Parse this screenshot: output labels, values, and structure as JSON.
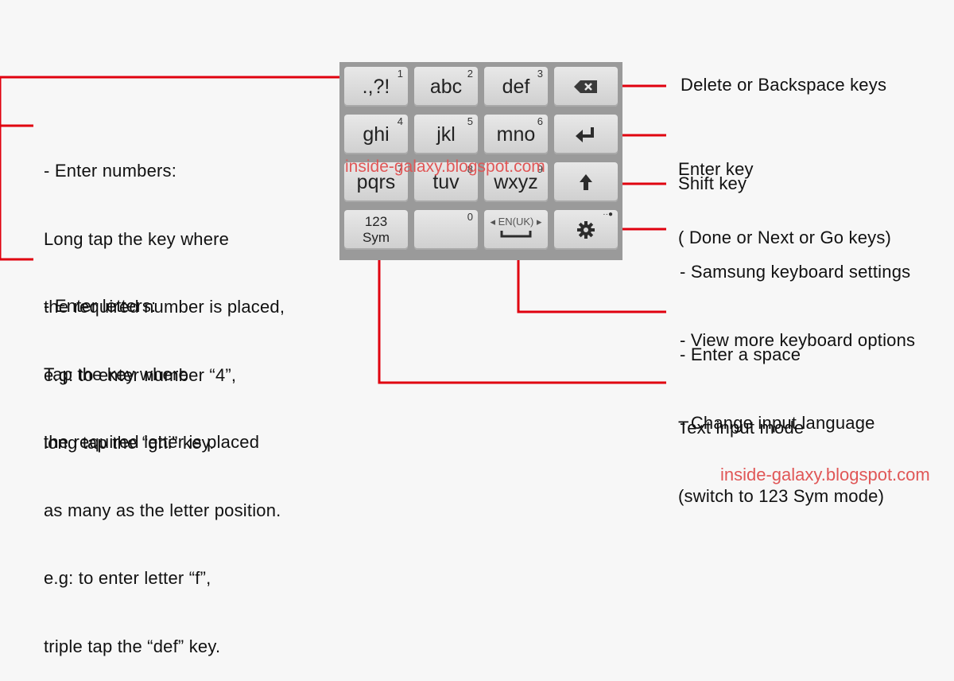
{
  "keyboard": {
    "keys": [
      {
        "label": ".,?!",
        "num": "1"
      },
      {
        "label": "abc",
        "num": "2"
      },
      {
        "label": "def",
        "num": "3"
      },
      {
        "label": "ghi",
        "num": "4"
      },
      {
        "label": "jkl",
        "num": "5"
      },
      {
        "label": "mno",
        "num": "6"
      },
      {
        "label": "pqrs",
        "num": "7"
      },
      {
        "label": "tuv",
        "num": "8"
      },
      {
        "label": "wxyz",
        "num": "9"
      }
    ],
    "sym_key": {
      "line1": "123",
      "line2": "Sym"
    },
    "zero_key": {
      "num": "0"
    },
    "space_key": {
      "label": "EN(UK)"
    },
    "delete_icon": "backspace-icon",
    "enter_icon": "enter-arrow-icon",
    "shift_icon": "shift-arrow-icon",
    "settings_icon": "gear-icon"
  },
  "annotations": {
    "numbers": [
      "- Enter numbers:",
      "Long tap the key where",
      "the required number is placed,",
      "e.g: to enter number “4”,",
      "long tap the “ghi” key."
    ],
    "letters": [
      "- Enter letters:",
      "Tap the key where",
      "the required letter is placed",
      "as many as the letter position.",
      "e.g: to enter letter “f”,",
      "triple tap the “def” key."
    ],
    "delete": "Delete or Backspace keys",
    "enter": [
      "Enter key",
      "( Done or Next or Go keys)"
    ],
    "shift": "Shift key",
    "settings": [
      "- Samsung keyboard settings",
      "- View more keyboard options"
    ],
    "space": [
      "- Enter a space",
      "- Change input language"
    ],
    "mode": [
      "Text input mode",
      "(switch to 123 Sym mode)"
    ]
  },
  "watermarks": {
    "overlay": "inside-galaxy.blogspot.com",
    "footer": "inside-galaxy.blogspot.com"
  },
  "colors": {
    "annotation_line": "#e0000f",
    "watermark": "#e05757",
    "keyboard_bg": "#9a9a9a"
  }
}
